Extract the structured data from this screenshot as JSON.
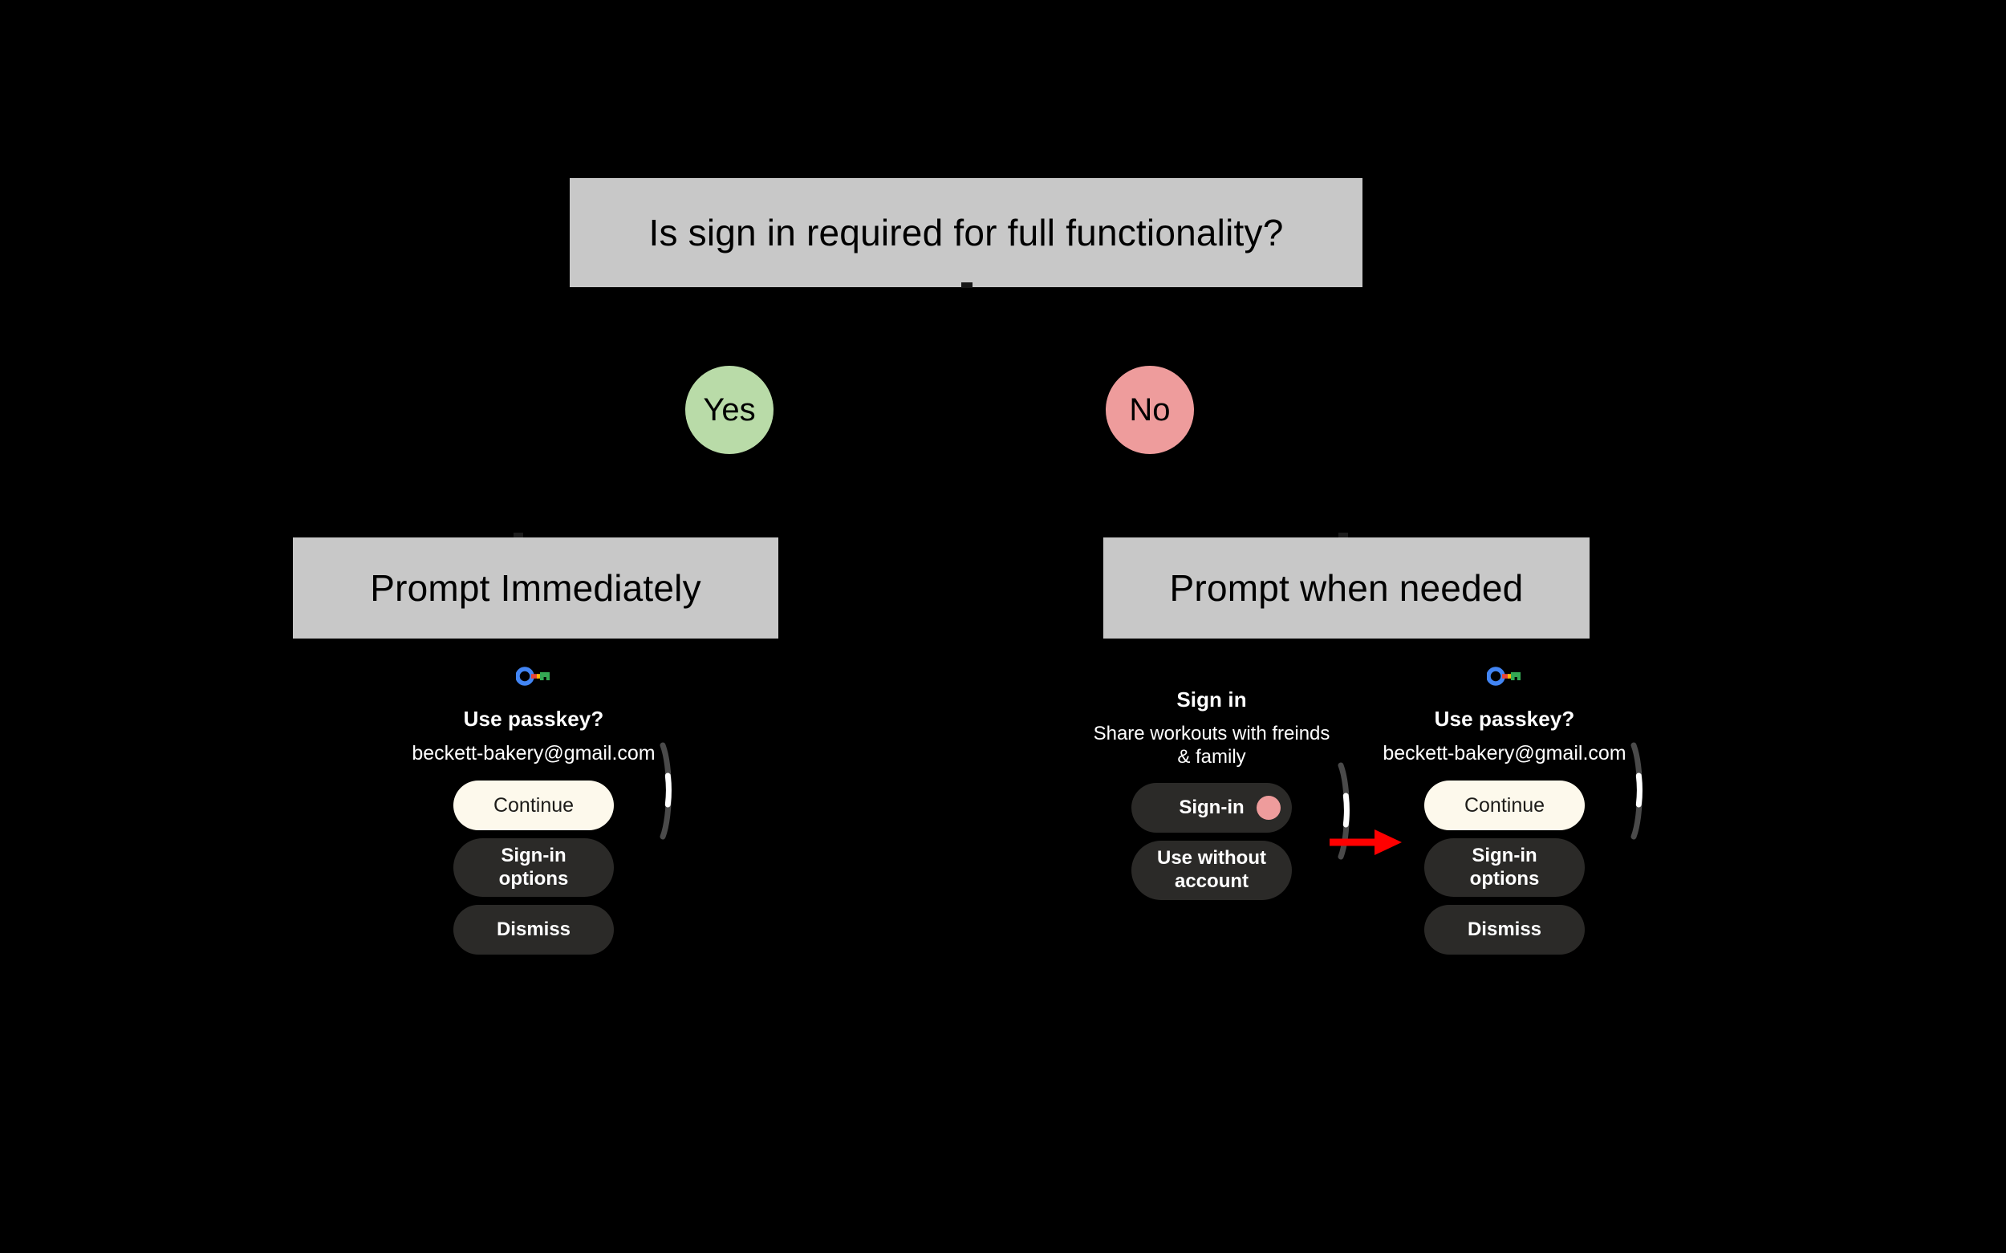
{
  "diagram": {
    "background_color": "#000000",
    "box_fill": "#c8c8c8",
    "decision": {
      "label": "Is sign in required for full functionality?"
    },
    "branches": [
      {
        "bubble_label": "Yes",
        "bubble_color": "#b9dba8",
        "outcome_label": "Prompt Immediately"
      },
      {
        "bubble_label": "No",
        "bubble_color": "#ee9c9c",
        "outcome_label": "Prompt when needed"
      }
    ]
  },
  "devices": {
    "left_passkey": {
      "icon": "google-passkey-icon",
      "title": "Use passkey?",
      "subtitle": "beckett-bakery@gmail.com",
      "buttons": [
        {
          "label": "Continue",
          "style": "primary"
        },
        {
          "label": "Sign-in options",
          "style": "secondary"
        },
        {
          "label": "Dismiss",
          "style": "secondary"
        }
      ]
    },
    "middle_signin": {
      "title": "Sign in",
      "subtitle": "Share workouts with freinds & family",
      "buttons": [
        {
          "label": "Sign-in",
          "style": "secondary",
          "dot_color": "#ee9c9c"
        },
        {
          "label": "Use without account",
          "style": "secondary"
        }
      ]
    },
    "right_passkey": {
      "icon": "google-passkey-icon",
      "title": "Use passkey?",
      "subtitle": "beckett-bakery@gmail.com",
      "buttons": [
        {
          "label": "Continue",
          "style": "primary"
        },
        {
          "label": "Sign-in options",
          "style": "secondary"
        },
        {
          "label": "Dismiss",
          "style": "secondary"
        }
      ]
    }
  },
  "annotation": {
    "arrow_color": "#ff0000",
    "arrow_direction": "right"
  },
  "palette": {
    "passkey_blue": "#4285f4",
    "passkey_red": "#ea4335",
    "passkey_yellow": "#fbbc04",
    "passkey_green": "#34a853",
    "button_dark": "#2b2a28",
    "button_cream": "#fdf9ec",
    "scrollbar_track": "#4a4a4a",
    "scrollbar_thumb": "#ffffff"
  }
}
